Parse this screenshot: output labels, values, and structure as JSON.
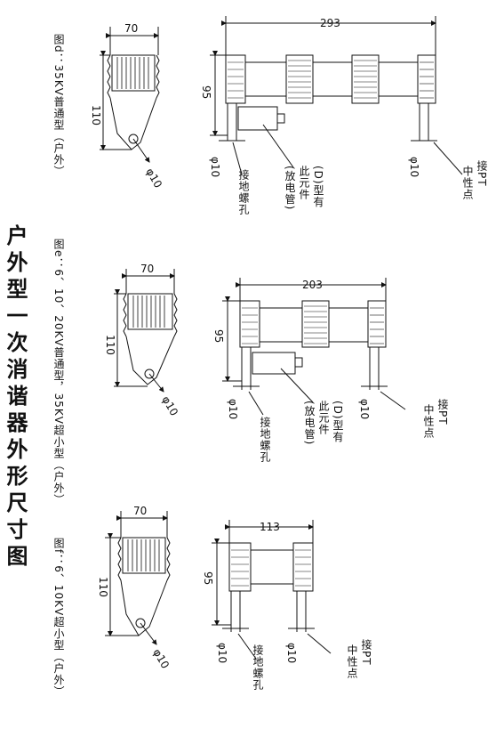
{
  "main_title": "户外型一次消谐器外形尺寸图",
  "figures": [
    {
      "caption": "图d：35KV普通型（户外）",
      "width_dim": "70",
      "height_dim": "110",
      "hole_dim": "φ10",
      "assembly_width": "293",
      "assembly_height": "95",
      "left_hole": "φ10",
      "right_hole": "φ10",
      "d_note_1": "(D)型有",
      "d_note_2": "此元件",
      "d_note_3": "(放电管)",
      "ground_label": "接地螺孔",
      "pt_label_1": "接PT",
      "pt_label_2": "中性点"
    },
    {
      "caption": "图e：6、10、20KV普通型，35KV超小型（户外）",
      "width_dim": "70",
      "height_dim": "110",
      "hole_dim": "φ10",
      "assembly_width": "203",
      "assembly_height": "95",
      "left_hole": "φ10",
      "right_hole": "φ10",
      "d_note_1": "(D)型有",
      "d_note_2": "此元件",
      "d_note_3": "(放电管)",
      "ground_label": "接地螺孔",
      "pt_label_1": "接PT",
      "pt_label_2": "中性点"
    },
    {
      "caption": "图f：6、10KV超小型（户外）",
      "width_dim": "70",
      "height_dim": "110",
      "hole_dim": "φ10",
      "assembly_width": "113",
      "assembly_height": "95",
      "left_hole": "φ10",
      "right_hole": "φ10",
      "ground_label": "接地螺孔",
      "pt_label_1": "接PT",
      "pt_label_2": "中性点"
    }
  ]
}
